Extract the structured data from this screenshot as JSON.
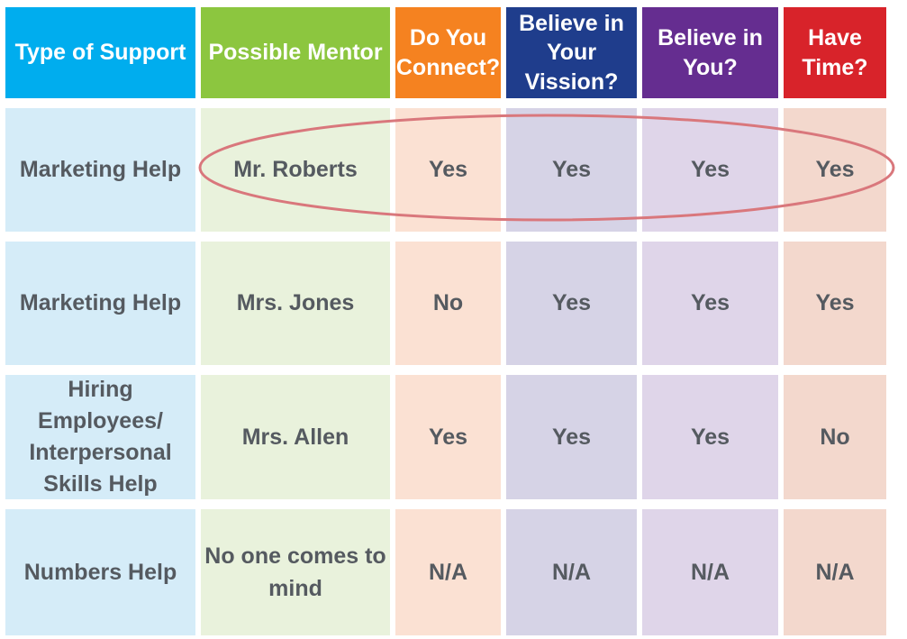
{
  "table": {
    "headers": [
      {
        "label": "Type of Support",
        "color": "#00adee"
      },
      {
        "label": "Possible Mentor",
        "color": "#8cc63f"
      },
      {
        "label": "Do You Connect?",
        "color": "#f58220"
      },
      {
        "label": "Believe in Your Vission?",
        "color": "#1f3d8c"
      },
      {
        "label": "Believe in You?",
        "color": "#652d90"
      },
      {
        "label": "Have Time?",
        "color": "#d8232a"
      }
    ],
    "rows": [
      {
        "support": "Marketing Help",
        "mentor": "Mr. Roberts",
        "connect": "Yes",
        "vision": "Yes",
        "believe": "Yes",
        "time": "Yes"
      },
      {
        "support": "Marketing Help",
        "mentor": "Mrs. Jones",
        "connect": "No",
        "vision": "Yes",
        "believe": "Yes",
        "time": "Yes"
      },
      {
        "support": "Hiring Employees/ Interpersonal Skills Help",
        "mentor": "Mrs. Allen",
        "connect": "Yes",
        "vision": "Yes",
        "believe": "Yes",
        "time": "No"
      },
      {
        "support": "Numbers Help",
        "mentor": "No one comes to mind",
        "connect": "N/A",
        "vision": "N/A",
        "believe": "N/A",
        "time": "N/A"
      }
    ]
  },
  "highlight": {
    "color": "#d9777c",
    "row_index": 0
  }
}
